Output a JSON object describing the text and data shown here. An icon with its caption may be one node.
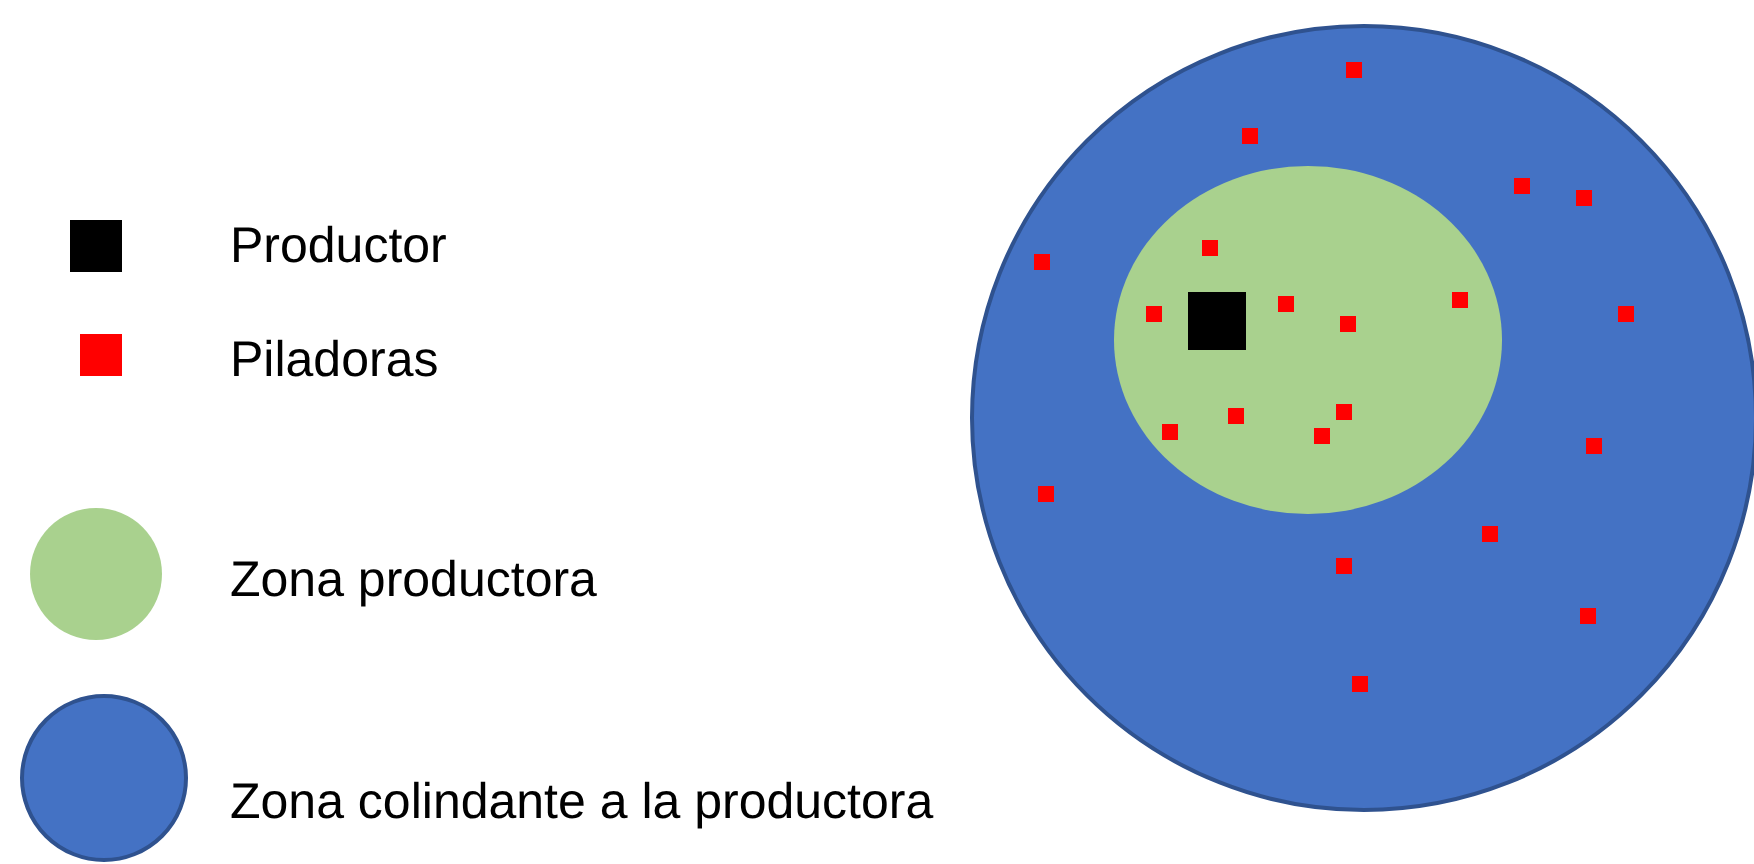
{
  "diagram": {
    "legend": [
      {
        "text": "Productor",
        "color": "#000000"
      },
      {
        "text": "Piladoras",
        "color": "#ff0000"
      },
      {
        "text": "Zona productora",
        "color": "#a9d18e"
      },
      {
        "text": "Zona colindante a la productora",
        "color": "#4472c4"
      }
    ]
  }
}
